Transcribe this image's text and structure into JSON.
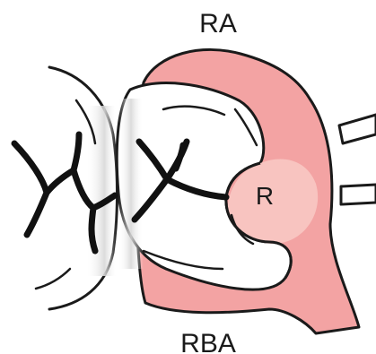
{
  "labels": {
    "top": "RA",
    "center": "R",
    "bottom": "RBA"
  },
  "colors": {
    "pink_fill": "#f3a3a3",
    "pink_light": "#f8c4c0",
    "outline": "#1a1a1a",
    "fissure": "#111111",
    "shade": "#d9d9d9",
    "background": "#ffffff"
  }
}
